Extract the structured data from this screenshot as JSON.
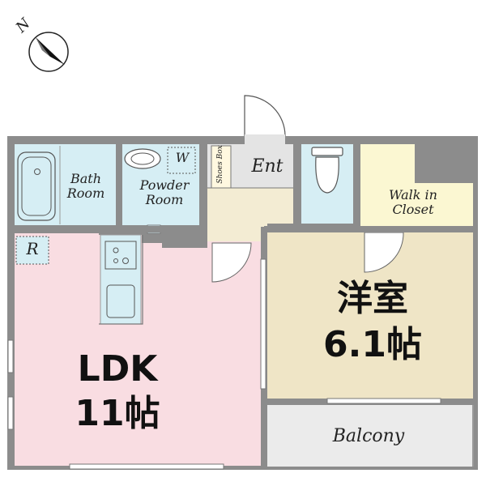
{
  "compass": {
    "north_label": "N"
  },
  "rooms": {
    "bath": {
      "line1": "Bath",
      "line2": "Room"
    },
    "powder": {
      "line1": "Powder",
      "line2": "Room"
    },
    "washer": {
      "label": "W"
    },
    "shoes_box": {
      "label": "Shoes Box"
    },
    "entrance": {
      "label": "Ent"
    },
    "walk_in_closet": {
      "line1": "Walk in",
      "line2": "Closet"
    },
    "fridge": {
      "label": "R"
    },
    "ldk": {
      "line1": "LDK",
      "line2": "11帖"
    },
    "western_room": {
      "line1": "洋室",
      "line2": "6.1帖"
    },
    "balcony": {
      "label": "Balcony"
    }
  },
  "colors": {
    "wall": "#8c8c8c",
    "ldk_floor": "#f9dde2",
    "wet_area": "#d6eef4",
    "hall": "#f3ecd3",
    "western_floor": "#efe5c6",
    "closet": "#fbf7d2",
    "balcony": "#ebebeb",
    "entrance": "#e4e4e4"
  }
}
